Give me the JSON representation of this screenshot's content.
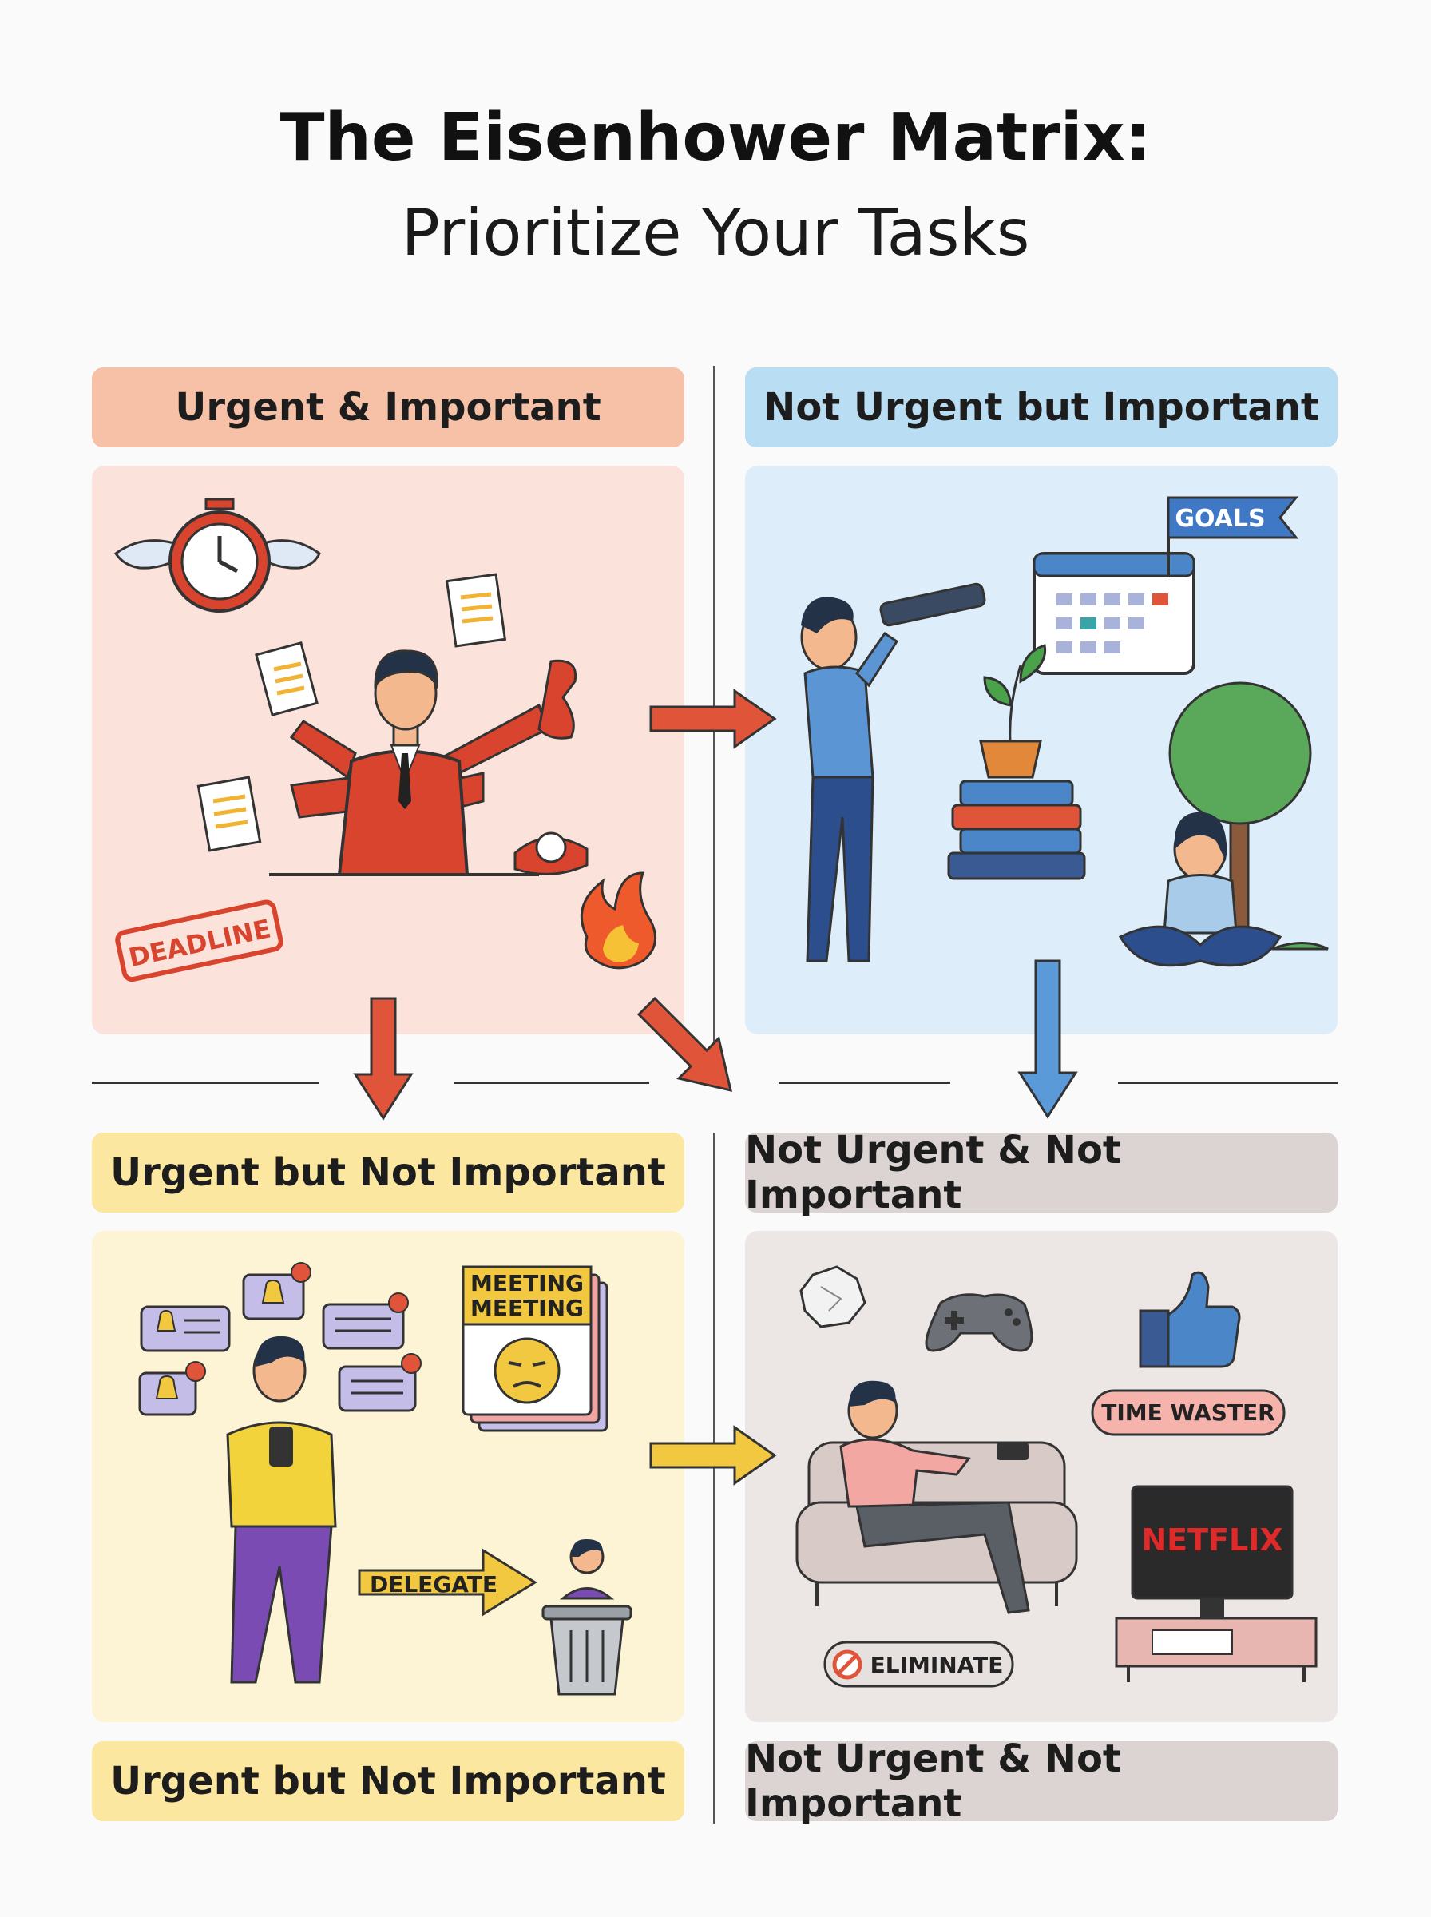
{
  "title": {
    "line1": "The Eisenhower Matrix:",
    "line2": "Prioritize Your Tasks"
  },
  "quadrants": {
    "q1": {
      "label": "Urgent & Important",
      "header_color": "#f7c1a8",
      "panel_color": "#fbe3dc",
      "tag": "DEADLINE"
    },
    "q2": {
      "label": "Not Urgent but Important",
      "header_color": "#b9ddf2",
      "panel_color": "#ddeefa",
      "tag": "GOALS"
    },
    "q3": {
      "label": "Urgent but Not Important",
      "header_color": "#fbe7a0",
      "panel_color": "#fdf4d6",
      "tag": "DELEGATE",
      "note_1": "MEETING",
      "note_2": "MEETING"
    },
    "q4": {
      "label": "Not Urgent & Not Important",
      "header_color": "#dcd4d2",
      "panel_color": "#ece6e4",
      "tag_1": "TIME WASTER",
      "tag_2": "ELIMINATE",
      "tv_brand": "NETFLIX"
    }
  },
  "footer_labels": {
    "left": "Urgent but Not Important",
    "right": "Not Urgent & Not Important"
  },
  "colors": {
    "red_arrow": "#e0553a",
    "blue_arrow": "#5a9ad8",
    "yellow_arrow": "#f2c840"
  }
}
